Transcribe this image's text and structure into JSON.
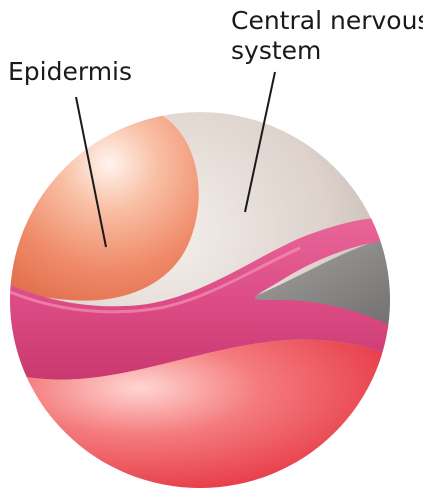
{
  "labels": {
    "epidermis": "Epidermis",
    "cns_line1": "Central nervous",
    "cns_line2": "system"
  },
  "colors": {
    "epidermis": "#f0906e",
    "nervous_system": "#e6dcd6",
    "neural_crest_band": "#e0528a",
    "grey_tissue": "#8c8a8a",
    "endoderm": "#ec4a55",
    "leader_line": "#1a1a1a"
  }
}
